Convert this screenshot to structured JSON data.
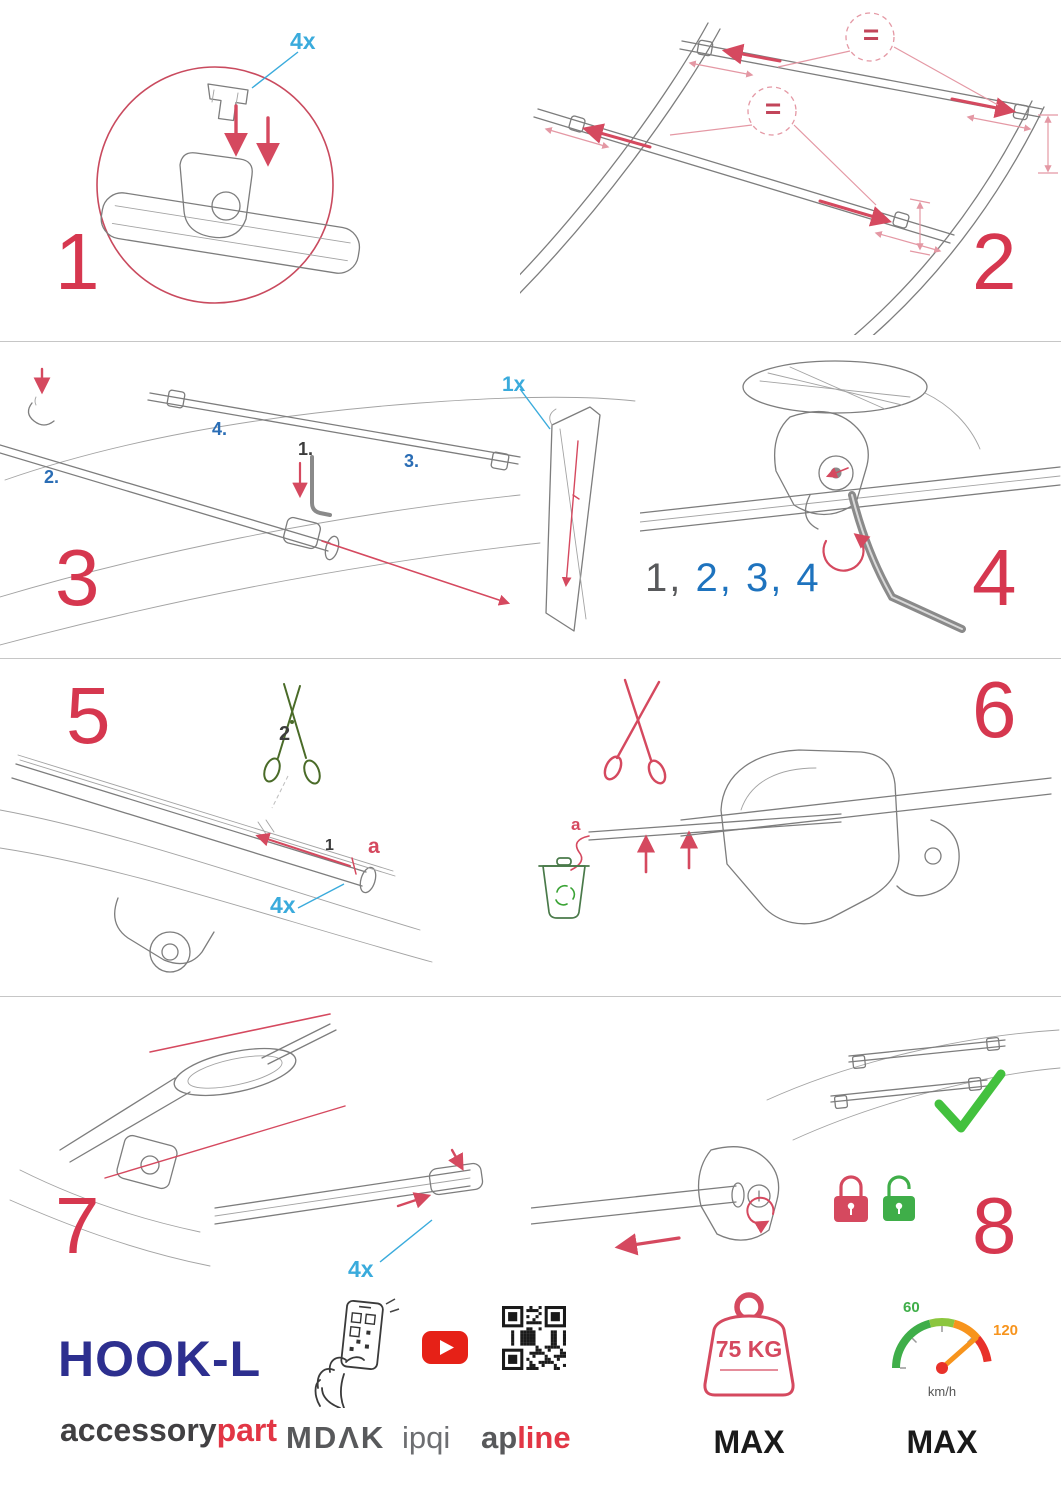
{
  "colors": {
    "step_red": "#d6374f",
    "diagram_red": "#d5495f",
    "dimension_pink": "#e498a4",
    "label_blue": "#3aabdc",
    "sequence_blue": "#1e73be",
    "ink_gray": "#7d7d7d",
    "navy": "#2d2f8f",
    "brand_gray": "#414042",
    "brand_red": "#e23645",
    "check_green": "#43c13e",
    "scissors_green": "#4a6b28",
    "gauge_orange": "#f7941d",
    "youtube_red": "#e62117"
  },
  "steps": {
    "s1": {
      "number": "1",
      "qty": "4x"
    },
    "s2": {
      "number": "2",
      "eq1": "=",
      "eq2": "="
    },
    "s3": {
      "number": "3",
      "qty": "1x",
      "sub1": "1.",
      "sub2": "2.",
      "sub3": "3.",
      "sub4": "4."
    },
    "s4": {
      "number": "4",
      "seq_gray": "1,",
      "seq_blue": " 2, 3, 4"
    },
    "s5": {
      "number": "5",
      "cut_order": "2",
      "dim_order": "1",
      "dim_letter": "a",
      "qty": "4x"
    },
    "s6": {
      "number": "6",
      "dim_letter": "a"
    },
    "s7": {
      "number": "7",
      "qty": "4x"
    },
    "s8": {
      "number": "8"
    }
  },
  "icons": {
    "zoom_circle": "magnifier-circle",
    "equal_badge": "=",
    "allen_key": "hex-key",
    "scissors_cut": "✂",
    "trash_recycle": "recycle-bin",
    "padlock_locked": "locked-padlock",
    "padlock_unlocked": "unlocked-padlock",
    "checkmark": "✓",
    "phone_scan": "phone-with-qr",
    "youtube_play": "▶",
    "qr_code": "qr-code",
    "weight": "kettlebell-weight",
    "speedometer": "gauge"
  },
  "footer": {
    "product_name": "HOOK-L",
    "brand_gray": "accessory",
    "brand_red": "part",
    "logo_mdak": "MDΛK",
    "logo_ipqi": "ipqi",
    "logo_apline_gray": "ap",
    "logo_apline_red": "line",
    "weight_value": "75 KG",
    "weight_max": "MAX",
    "speed_low": "60",
    "speed_high": "120",
    "speed_unit": "km/h",
    "speed_max": "MAX"
  }
}
